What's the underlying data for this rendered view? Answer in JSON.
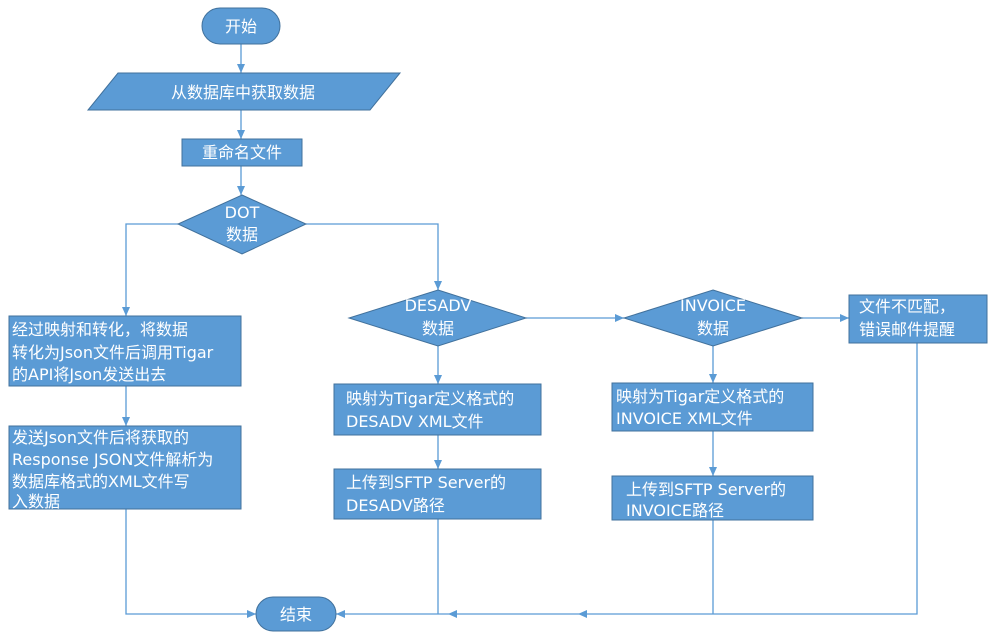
{
  "diagram": {
    "nodes": {
      "start": {
        "label": "开始"
      },
      "fetch": {
        "label": "从数据库中获取数据"
      },
      "rename": {
        "label": "重命名文件"
      },
      "dot": {
        "lines": [
          "DOT",
          "数据"
        ]
      },
      "desadv": {
        "lines": [
          "DESADV",
          "数据"
        ]
      },
      "invoice": {
        "lines": [
          "INVOICE",
          "数据"
        ]
      },
      "mismatch": {
        "lines": [
          "文件不匹配，",
          "错误邮件提醒"
        ]
      },
      "dot_convert": {
        "lines": [
          "经过映射和转化，将数据",
          "转化为Json文件后调用Tigar",
          "的API将Json发送出去"
        ]
      },
      "dot_response": {
        "lines": [
          "发送Json文件后将获取的",
          "Response JSON文件解析为",
          "数据库格式的XML文件写",
          "入数据"
        ]
      },
      "desadv_map": {
        "lines": [
          "映射为Tigar定义格式的",
          "DESADV XML文件"
        ]
      },
      "desadv_upload": {
        "lines": [
          "上传到SFTP Server的",
          "DESADV路径"
        ]
      },
      "invoice_map": {
        "lines": [
          "映射为Tigar定义格式的",
          "INVOICE XML文件"
        ]
      },
      "invoice_upload": {
        "lines": [
          "上传到SFTP Server的",
          "INVOICE路径"
        ]
      },
      "end": {
        "label": "结束"
      }
    },
    "colors": {
      "node_fill": "#5B9BD5",
      "node_stroke": "#41719C",
      "text": "#FFFFFF",
      "connector": "#5B9BD5",
      "background": "#FFFFFF"
    }
  }
}
